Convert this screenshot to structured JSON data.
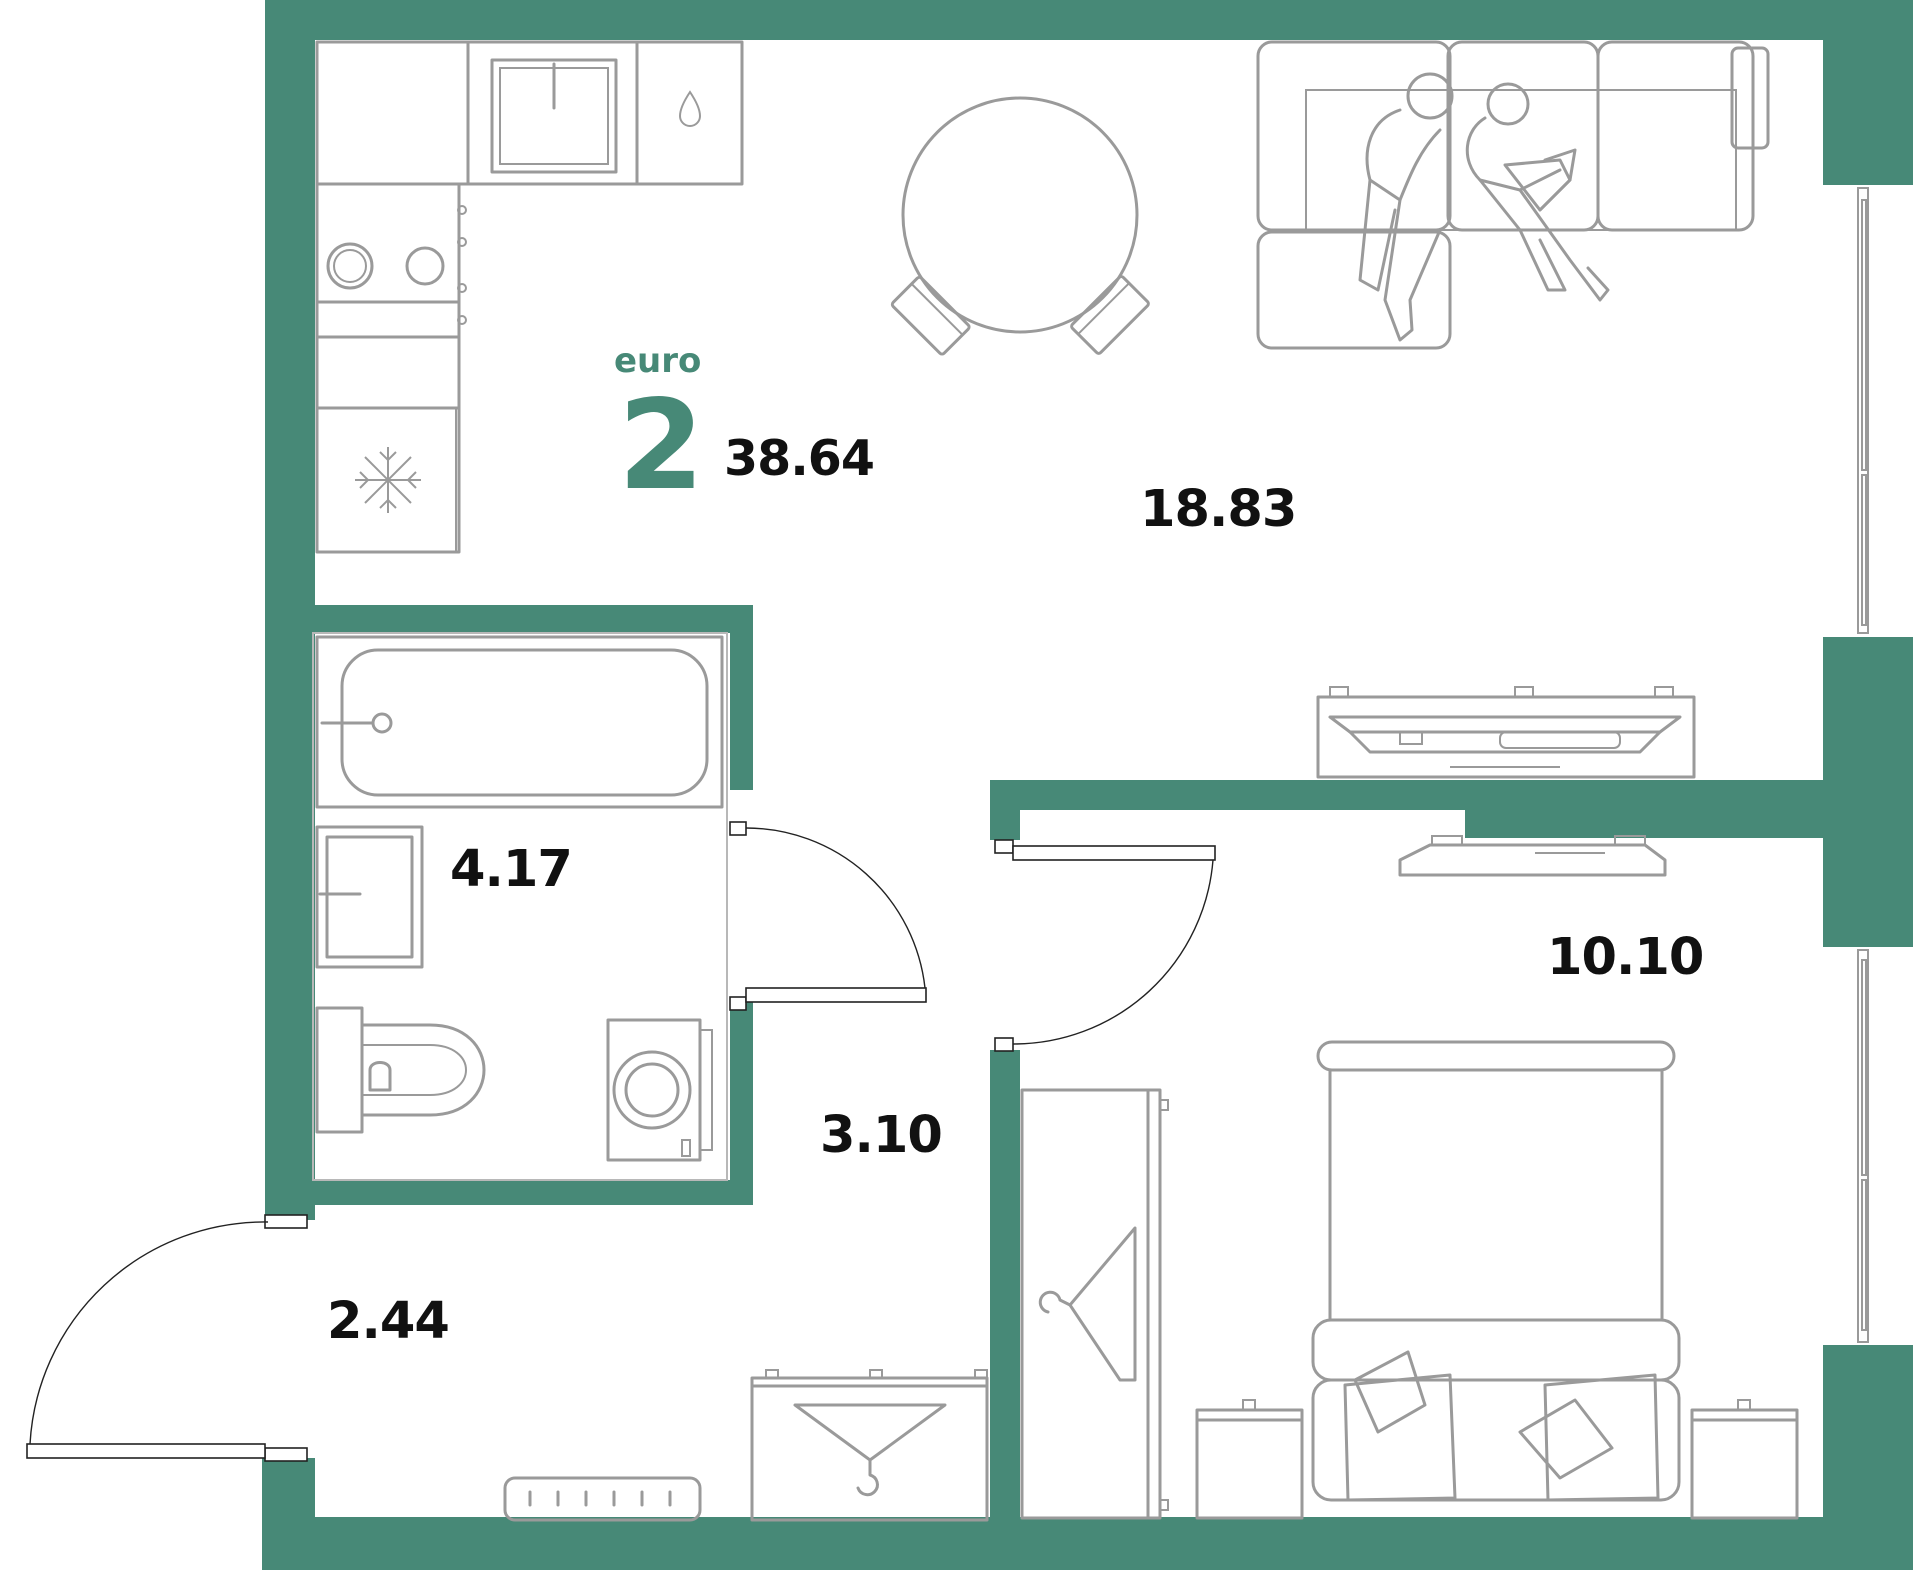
{
  "apartment": {
    "type_word": "euro",
    "rooms": "2",
    "total_area": "38.64"
  },
  "rooms": {
    "living_kitchen": "18.83",
    "bathroom": "4.17",
    "corridor": "3.10",
    "hallway": "2.44",
    "bedroom": "10.10"
  },
  "colors": {
    "wall": "#478977",
    "accent_text": "#478977",
    "furniture": "#9a9a9a",
    "text": "#111111"
  }
}
